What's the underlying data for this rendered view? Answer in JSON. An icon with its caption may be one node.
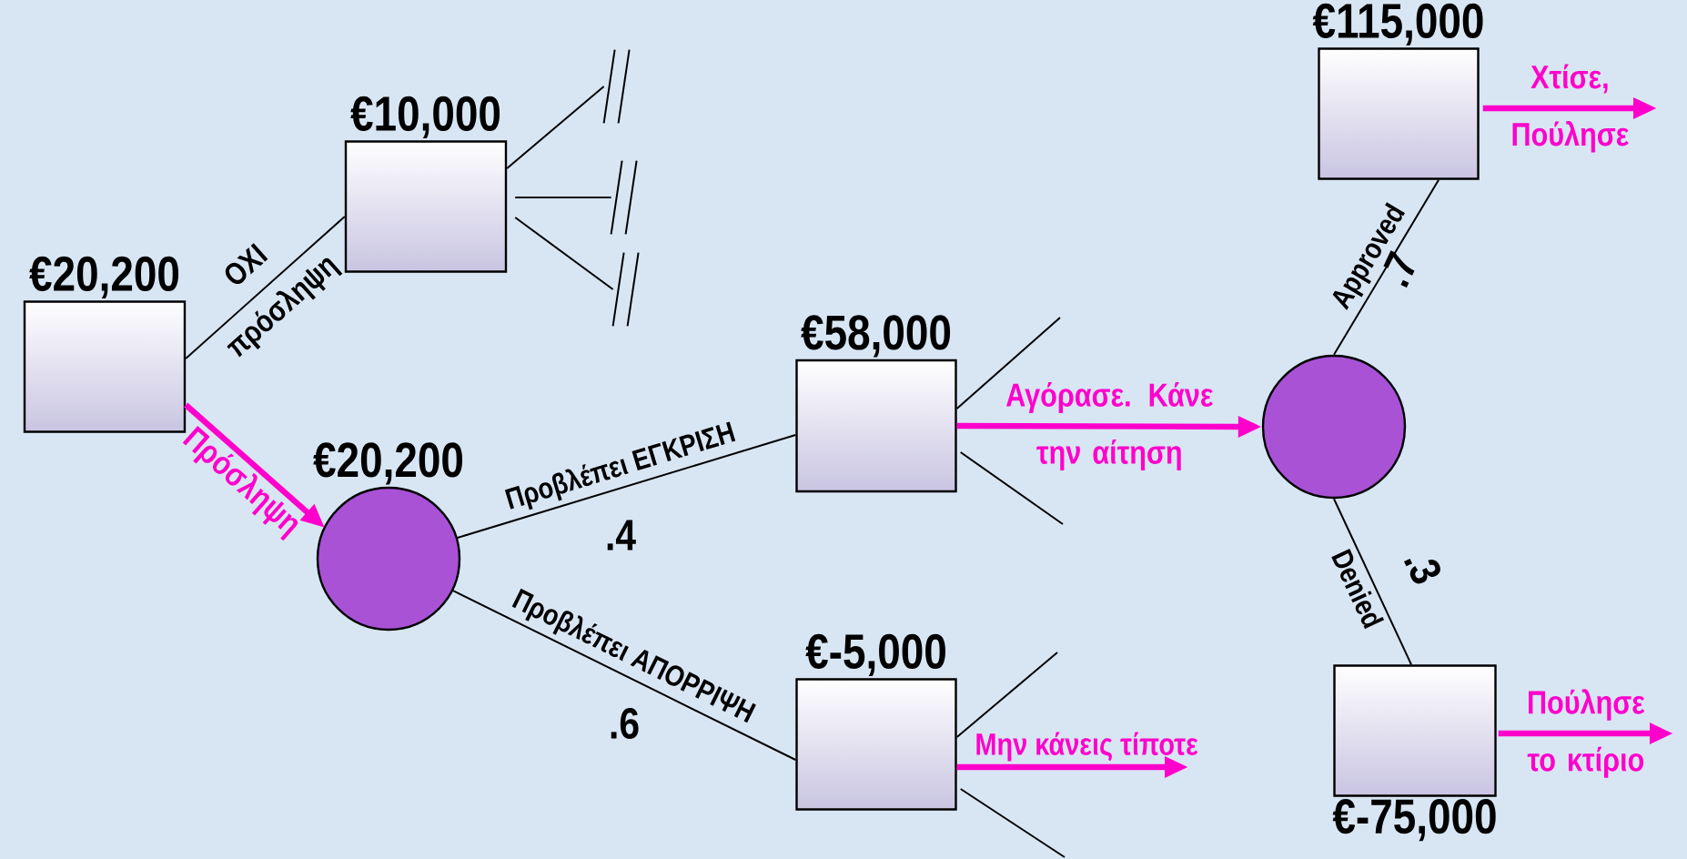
{
  "diagram": {
    "nodes": [
      {
        "text": [
          "€20,200"
        ]
      },
      {
        "text": [
          "€10,000"
        ]
      },
      {
        "text": [
          "€20,200"
        ]
      },
      {
        "text": [
          "€58,000"
        ]
      },
      {
        "text": [
          "€-5,000"
        ]
      },
      {
        "text": [],
        "shape": "circle"
      },
      {
        "text": [
          "€115,000"
        ]
      },
      {
        "text": [
          "€-75,000"
        ]
      },
      {
        "text": [],
        "shape": "bar"
      },
      {
        "text": [],
        "shape": "bar"
      },
      {
        "text": [],
        "shape": "bar"
      }
    ],
    "edges": [
      {
        "from": 0,
        "to": 1,
        "arrow": "none",
        "label": "ΟΧΙ πρόσληψη"
      },
      {
        "from": 0,
        "to": 2,
        "arrow": "to",
        "label": "Πρόσληψη",
        "style": "thick",
        "color": "#ff00cc"
      },
      {
        "from": 1,
        "to": 8,
        "arrow": "none"
      },
      {
        "from": 1,
        "to": 9,
        "arrow": "none"
      },
      {
        "from": 1,
        "to": 10,
        "arrow": "none"
      },
      {
        "from": 2,
        "to": 3,
        "arrow": "none",
        "label": "Προβλέπει ΕΓΚΡΙΣΗ"
      },
      {
        "from": 2,
        "to": 4,
        "arrow": "none",
        "label": "Προβλέπει ΑΠΟΡΡΙΨΗ"
      },
      {
        "from": 3,
        "to": null,
        "arrow": "none"
      },
      {
        "from": 3,
        "to": null,
        "arrow": "none"
      },
      {
        "from": 3,
        "to": 5,
        "arrow": "to",
        "label": "Αγόρασε. Κάνε την αίτηση",
        "style": "thick",
        "color": "#ff00cc"
      },
      {
        "from": 4,
        "to": null,
        "arrow": "none"
      },
      {
        "from": 4,
        "to": null,
        "arrow": "none"
      },
      {
        "from": 4,
        "to": null,
        "arrow": "to",
        "label": "Μην κάνεις τίποτε",
        "style": "thick",
        "color": "#ff00cc"
      },
      {
        "from": 5,
        "to": 6,
        "arrow": "none",
        "label": "Approved"
      },
      {
        "from": 5,
        "to": 7,
        "arrow": "none",
        "label": "Denied"
      },
      {
        "from": 6,
        "to": null,
        "arrow": "to",
        "label": "Χτίσε, Πούλησε",
        "style": "thick",
        "color": "#ff00cc"
      },
      {
        "from": 7,
        "to": null,
        "arrow": "to",
        "label": "Πούλησε το κτίριο",
        "style": "thick",
        "color": "#ff00cc"
      }
    ],
    "labels": [
      ".4",
      ".6",
      ".7",
      ".3"
    ]
  }
}
